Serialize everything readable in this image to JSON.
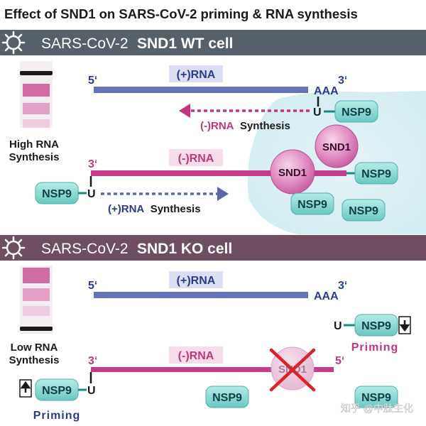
{
  "title": "Effect of SND1 on SARS-CoV-2 priming & RNA synthesis",
  "wt_panel": {
    "virus_label": "SARS-CoV-2",
    "cell_label": "SND1 WT cell",
    "level_label_line1": "High RNA",
    "level_label_line2": "Synthesis",
    "plus_strand": {
      "label": "(+)RNA",
      "five_prime": "5‘",
      "three_prime": "3‘",
      "tail": "AAA"
    },
    "minus_strand": {
      "label": "(-)RNA",
      "three_prime": "3‘"
    },
    "minus_synthesis": {
      "part1": "(-)RNA",
      "part2": "Synthesis"
    },
    "plus_synthesis": {
      "part1": "(+)RNA",
      "part2": "Synthesis"
    },
    "u_label": "U",
    "nsp9_label": "NSP9",
    "snd1_label": "SND1"
  },
  "ko_panel": {
    "virus_label": "SARS-CoV-2",
    "cell_label": "SND1 KO cell",
    "level_label_line1": "Low RNA",
    "level_label_line2": "Synthesis",
    "plus_strand": {
      "label": "(+)RNA",
      "five_prime": "5‘",
      "three_prime": "3‘",
      "tail": "AAA"
    },
    "minus_strand": {
      "label": "(-)RNA",
      "three_prime": "3‘",
      "five_prime": "5‘"
    },
    "u_label": "U",
    "nsp9_label": "NSP9",
    "snd1_label": "SND1",
    "priming_label": "Priming"
  },
  "watermark": "知乎 @中肽生化",
  "colors": {
    "wt_band": "#56606a",
    "ko_band": "#6e4e60",
    "plus_rna": "#6673b8",
    "minus_rna": "#c43c8a",
    "nsp9": "#8fd8d3",
    "snd1": "#d66aa9",
    "inhibit_x": "#d8232a"
  }
}
